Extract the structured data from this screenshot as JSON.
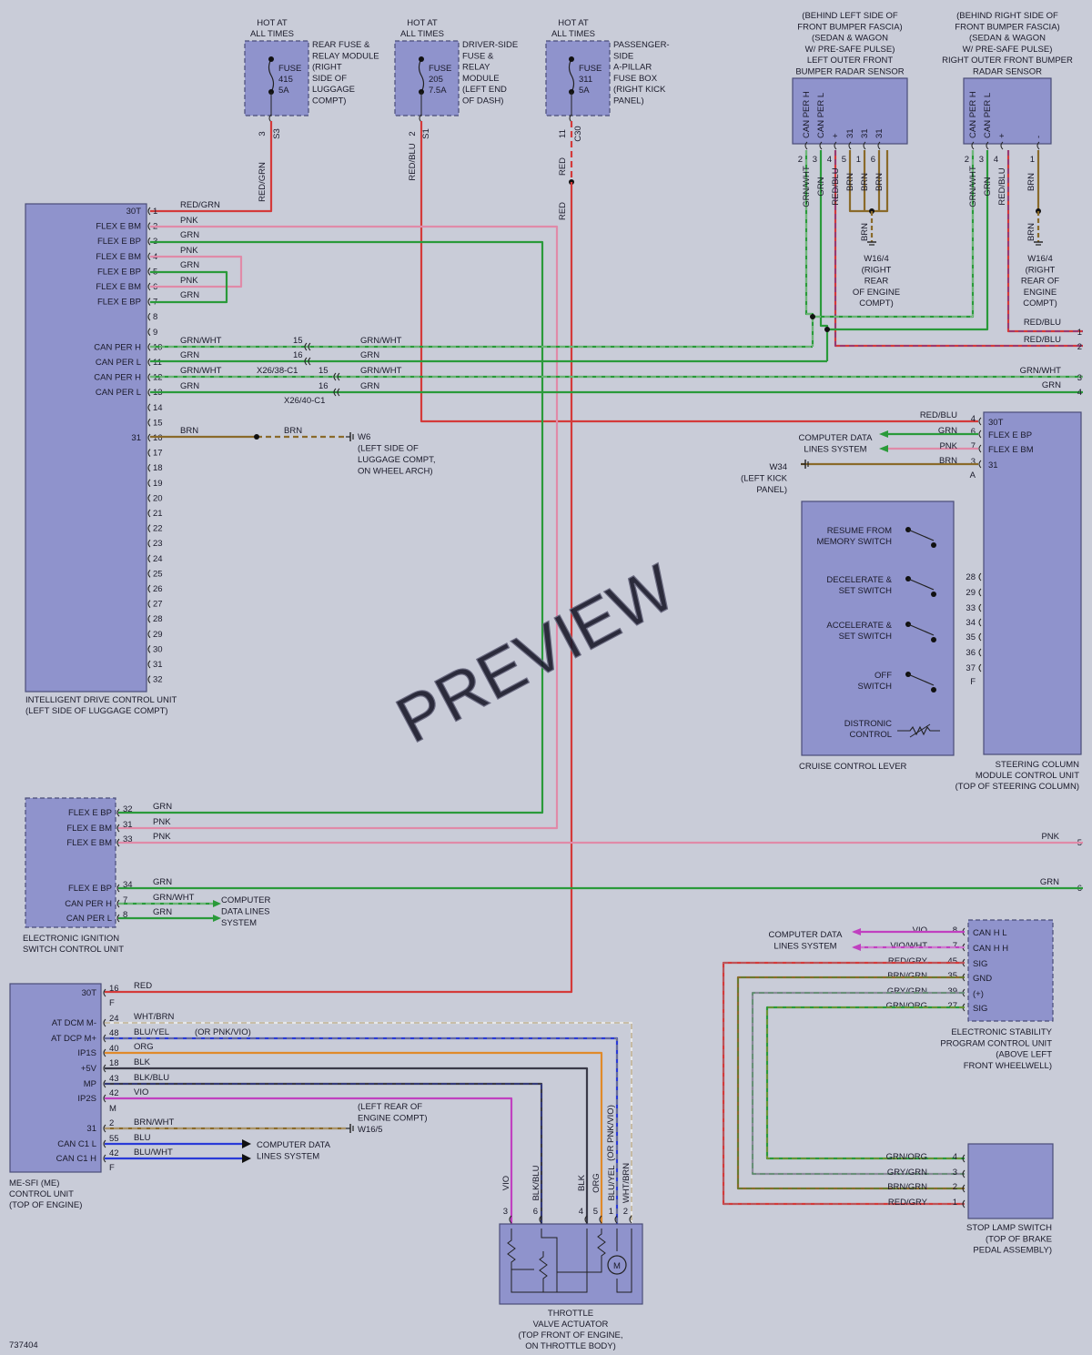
{
  "colors": {
    "RED": "#d43a3a",
    "GRN": "#2a9a3a",
    "PNK": "#e08aa8",
    "BRN": "#8a6a2a",
    "WHT": "#e8e8e8",
    "BLU": "#2a3ad8",
    "VIO": "#c040c0",
    "ORG": "#e08a2a",
    "YEL": "#d8c82a",
    "BLK": "#3a3a48",
    "GRY": "#8a8a9a"
  },
  "watermark": "PREVIEW",
  "figure_id": "737404",
  "fuses": [
    {
      "hot": "HOT AT\nALL TIMES",
      "fuse": "FUSE\n415\n5A",
      "desc": "REAR FUSE &\nRELAY MODULE\n(RIGHT\nSIDE OF\nLUGGAGE\nCOMPT)",
      "pins": [
        "3",
        "S3"
      ]
    },
    {
      "hot": "HOT AT\nALL TIMES",
      "fuse": "FUSE\n205\n7.5A",
      "desc": "DRIVER-SIDE\nFUSE &\nRELAY\nMODULE\n(LEFT END\nOF DASH)",
      "pins": [
        "2",
        "S1"
      ]
    },
    {
      "hot": "HOT AT\nALL TIMES",
      "fuse": "FUSE\n311\n5A",
      "desc": "PASSENGER-\nSIDE\nA-PILLAR\nFUSE BOX\n(RIGHT KICK\nPANEL)",
      "pins": [
        "11",
        "C30"
      ]
    }
  ],
  "radar_left": {
    "title": "(BEHIND LEFT SIDE OF\nFRONT BUMPER FASCIA)\n(SEDAN & WAGON\nW/ PRE-SAFE PULSE)\nLEFT OUTER FRONT\nBUMPER RADAR SENSOR",
    "terms": [
      "CAN PER H",
      "CAN PER L",
      "+",
      "31",
      "31",
      "31"
    ],
    "pins": [
      "2",
      "3",
      "4",
      "5",
      "1",
      "6"
    ],
    "wires": [
      "GRN/WHT",
      "GRN",
      "RED/BLU",
      "BRN",
      "BRN",
      "BRN"
    ],
    "ground": "W16/4\n(RIGHT\nREAR\nOF ENGINE\nCOMPT)",
    "gwire": "BRN"
  },
  "radar_right": {
    "title": "(BEHIND RIGHT SIDE OF\nFRONT BUMPER FASCIA)\n(SEDAN & WAGON\nW/ PRE-SAFE PULSE)\nRIGHT OUTER FRONT BUMPER\nRADAR SENSOR",
    "terms": [
      "CAN PER H",
      "CAN PER L",
      "+",
      "-"
    ],
    "pins": [
      "2",
      "3",
      "4",
      "1"
    ],
    "wires": [
      "GRN/WHT",
      "GRN",
      "RED/BLU",
      "BRN"
    ],
    "ground": "W16/4\n(RIGHT\nREAR OF\nENGINE\nCOMPT)",
    "gwire": "BRN"
  },
  "fuse_wires": [
    "RED/GRN",
    "RED/BLU",
    "RED"
  ],
  "idcu": {
    "title": "INTELLIGENT DRIVE CONTROL UNIT\n(LEFT SIDE OF LUGGAGE COMPT)",
    "terms": [
      "30T",
      "FLEX E BM",
      "FLEX E BP",
      "FLEX E BM",
      "FLEX E BP",
      "FLEX E BM",
      "FLEX E BP",
      "",
      "",
      "CAN PER H",
      "CAN PER L",
      "CAN PER H",
      "CAN PER L",
      "",
      "",
      "31"
    ],
    "pins": [
      "1",
      "2",
      "3",
      "4",
      "5",
      "6",
      "7",
      "8",
      "9",
      "10",
      "11",
      "12",
      "13",
      "14",
      "15",
      "16",
      "17",
      "18",
      "19",
      "20",
      "21",
      "22",
      "23",
      "24",
      "25",
      "26",
      "27",
      "28",
      "29",
      "30",
      "31",
      "32"
    ],
    "wires": [
      "RED/GRN",
      "PNK",
      "GRN",
      "PNK",
      "GRN",
      "PNK",
      "GRN",
      "",
      "",
      "GRN/WHT",
      "GRN",
      "GRN/WHT",
      "GRN",
      "",
      "",
      "BRN"
    ]
  },
  "x26": {
    "c1a": "X26/38-C1",
    "c1b": "X26/40-C1",
    "pins_a": [
      "15",
      "16"
    ],
    "pins_b": [
      "15",
      "16"
    ],
    "w_a": [
      "GRN/WHT",
      "GRN"
    ],
    "w_b": [
      "GRN/WHT",
      "GRN"
    ]
  },
  "w6": {
    "label": "W6\n(LEFT SIDE OF\nLUGGAGE COMPT,\nON WHEEL ARCH)",
    "wire": "BRN"
  },
  "right_edge": {
    "nums": [
      "1",
      "2",
      "3",
      "4",
      "5",
      "6"
    ],
    "wires": [
      "RED/BLU",
      "RED/BLU",
      "GRN/WHT",
      "GRN",
      "PNK",
      "GRN"
    ]
  },
  "scm": {
    "title": "STEERING COLUMN\nMODULE CONTROL UNIT\n(TOP OF STEERING COLUMN)",
    "terms": [
      "30T",
      "FLEX E BP",
      "FLEX E BM",
      "31"
    ],
    "pins": [
      "4",
      "6",
      "7",
      "3",
      "A"
    ],
    "wires": [
      "RED/BLU",
      "GRN",
      "PNK",
      "BRN"
    ],
    "cdl": "COMPUTER DATA\nLINES SYSTEM",
    "w34": "W34\n(LEFT KICK\nPANEL)",
    "lever_pins": [
      "28",
      "29",
      "33",
      "34",
      "35",
      "36",
      "37",
      "F"
    ]
  },
  "lever": {
    "title": "CRUISE CONTROL LEVER",
    "switches": [
      "RESUME FROM\nMEMORY SWITCH",
      "DECELERATE &\nSET SWITCH",
      "ACCELERATE &\nSET SWITCH",
      "OFF\nSWITCH",
      "DISTRONIC\nCONTROL"
    ]
  },
  "eis": {
    "title": "ELECTRONIC IGNITION\nSWITCH CONTROL UNIT",
    "terms": [
      "FLEX E BP",
      "FLEX E BM",
      "FLEX E BM",
      "FLEX E BP",
      "CAN PER H",
      "CAN PER L"
    ],
    "pins": [
      "32",
      "31",
      "33",
      "34",
      "7",
      "8"
    ],
    "wires": [
      "GRN",
      "PNK",
      "PNK",
      "GRN",
      "GRN/WHT",
      "GRN"
    ],
    "cdl": "COMPUTER\nDATA LINES\nSYSTEM"
  },
  "me": {
    "title": "ME-SFI (ME)\nCONTROL UNIT\n(TOP OF ENGINE)",
    "terms": [
      "30T",
      "AT DCM M-",
      "AT DCP M+",
      "IP1S",
      "+5V",
      "MP",
      "IP2S",
      "31",
      "CAN C1 L",
      "CAN C1 H"
    ],
    "pins": [
      "16",
      "F",
      "24",
      "48",
      "40",
      "18",
      "43",
      "42",
      "M",
      "2",
      "55",
      "42",
      "F"
    ],
    "wires": [
      "RED",
      "WHT/BRN",
      "BLU/YEL",
      "ORG",
      "BLK",
      "BLK/BLU",
      "VIO",
      "BRN/WHT",
      "BLU",
      "BLU/WHT"
    ],
    "alt": "(OR PNK/VIO)",
    "w16_5": "(LEFT REAR OF\nENGINE COMPT)\nW16/5",
    "cdl": "COMPUTER DATA\nLINES SYSTEM"
  },
  "throttle": {
    "title": "THROTTLE\nVALVE ACTUATOR\n(TOP FRONT OF ENGINE,\nON THROTTLE BODY)",
    "pins": [
      "3",
      "6",
      "4",
      "5",
      "1",
      "2"
    ],
    "wires": [
      "VIO",
      "BLK/BLU",
      "BLK",
      "ORG",
      "BLU/YEL",
      "WHT/BRN"
    ],
    "alt": "(OR PNK/VIO)",
    "motor": "M"
  },
  "esp": {
    "title": "ELECTRONIC STABILITY\nPROGRAM CONTROL UNIT\n(ABOVE LEFT\nFRONT WHEELWELL)",
    "terms": [
      "CAN H L",
      "CAN H H",
      "SIG",
      "GND",
      "(+)",
      "SIG"
    ],
    "pins": [
      "8",
      "7",
      "45",
      "35",
      "39",
      "27"
    ],
    "wires": [
      "VIO",
      "VIO/WHT",
      "RED/GRY",
      "BRN/GRN",
      "GRY/GRN",
      "GRN/ORG"
    ],
    "cdl": "COMPUTER DATA\nLINES SYSTEM"
  },
  "stop": {
    "title": "STOP LAMP SWITCH\n(TOP OF BRAKE\nPEDAL ASSEMBLY)",
    "pins": [
      "4",
      "3",
      "2",
      "1"
    ],
    "wires": [
      "GRN/ORG",
      "GRY/GRN",
      "BRN/GRN",
      "RED/GRY"
    ]
  }
}
